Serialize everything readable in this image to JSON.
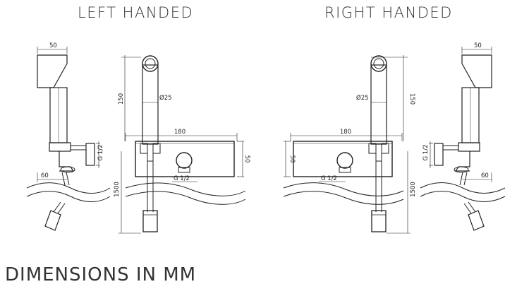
{
  "headings": {
    "left": "LEFT HANDED",
    "right": "RIGHT HANDED"
  },
  "footer": "DIMENSIONS IN MM",
  "dimensions": {
    "holder_width": "50",
    "thread": "G 1/2",
    "depth": "60",
    "hose": "1500",
    "head_height": "150",
    "diameter": "Ø25",
    "body_length": "180",
    "body_height": "50"
  },
  "colors": {
    "line": "#222222",
    "background": "#ffffff"
  }
}
